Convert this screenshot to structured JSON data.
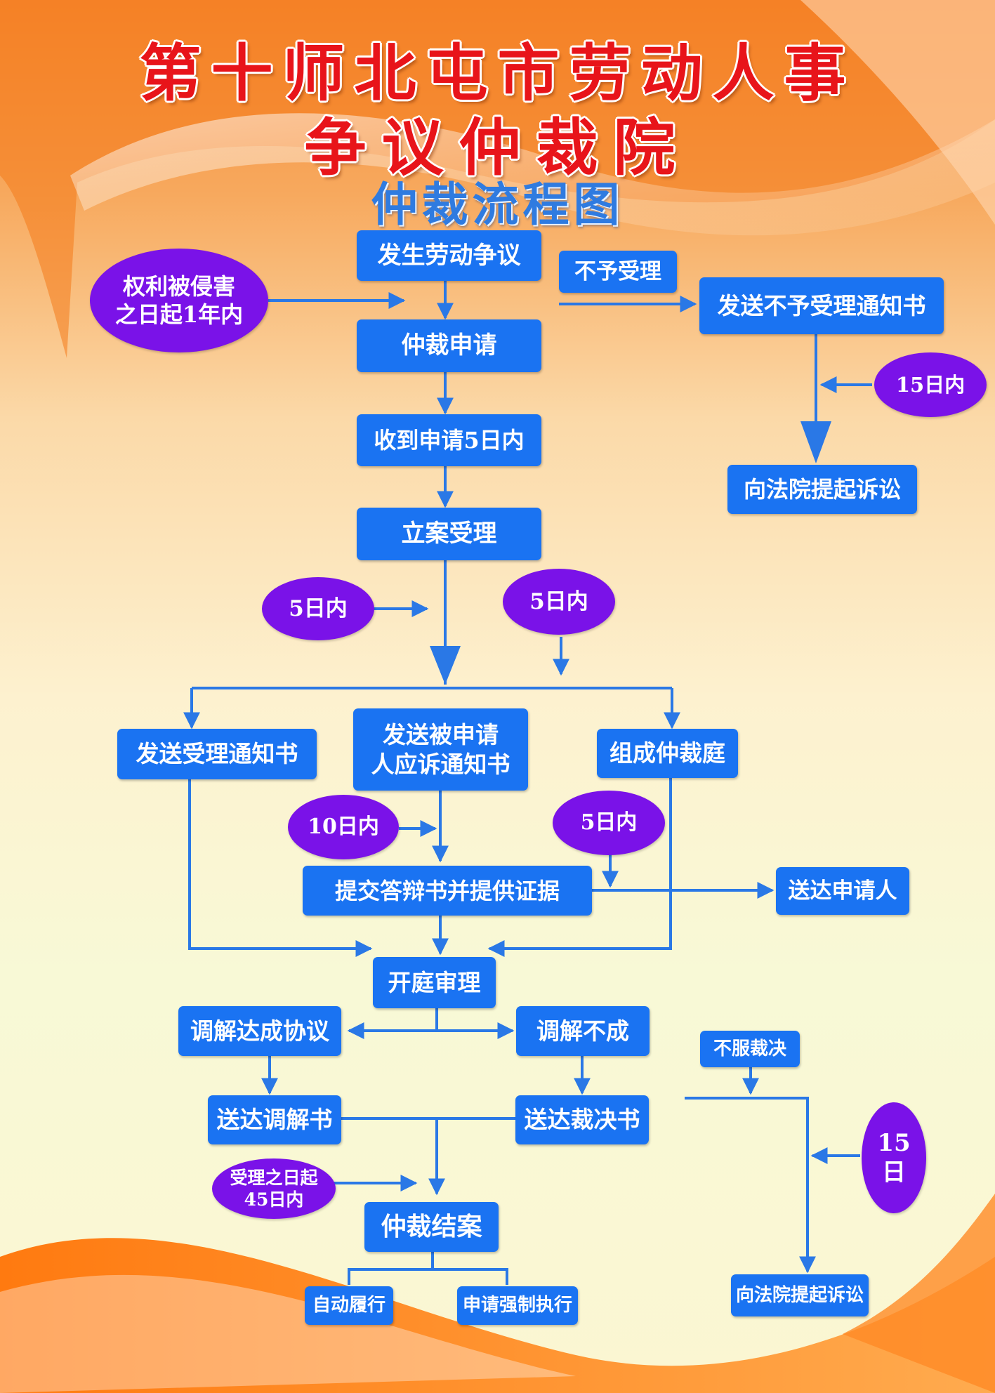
{
  "header": {
    "title_line1": "第十师北屯市劳动人事",
    "title_line2": "争议仲裁院",
    "subtitle": "仲裁流程图"
  },
  "colors": {
    "title_red": "#e8141a",
    "subtitle_blue": "#2f7be0",
    "box_blue": "#1a73f2",
    "oval_purple": "#7a12e8",
    "arrow_blue": "#2a78e6",
    "background_orange": "#f58a35",
    "background_cream": "#f8f9d6"
  },
  "nodes": {
    "dispute": "发生劳动争议",
    "rights_infringed": "权利被侵害\n之日起1年内",
    "not_accepted": "不予受理",
    "send_rejection_notice": "发送不予受理通知书",
    "within_15_days_top": "15日内",
    "sue_court_top": "向法院提起诉讼",
    "apply": "仲裁申请",
    "received_5_days": "收到申请5日内",
    "file_accept": "立案受理",
    "within_5_days_left": "5日内",
    "within_5_days_right": "5日内",
    "send_accept_notice": "发送受理通知书",
    "send_respondent_notice": "发送被申请\n人应诉通知书",
    "form_tribunal": "组成仲裁庭",
    "within_10_days": "10日内",
    "within_5_days_lower": "5日内",
    "submit_defense": "提交答辩书并提供证据",
    "deliver_applicant": "送达申请人",
    "hearing": "开庭审理",
    "mediation_agreement": "调解达成协议",
    "mediation_failed": "调解不成",
    "not_accept_award": "不服裁决",
    "deliver_mediation": "送达调解书",
    "deliver_award": "送达裁决书",
    "within_45_days": "受理之日起\n45日内",
    "fifteen_days_bottom": "15\n日",
    "close_case": "仲裁结案",
    "auto_perform": "自动履行",
    "apply_enforcement": "申请强制执行",
    "sue_court_bottom": "向法院提起诉讼"
  }
}
